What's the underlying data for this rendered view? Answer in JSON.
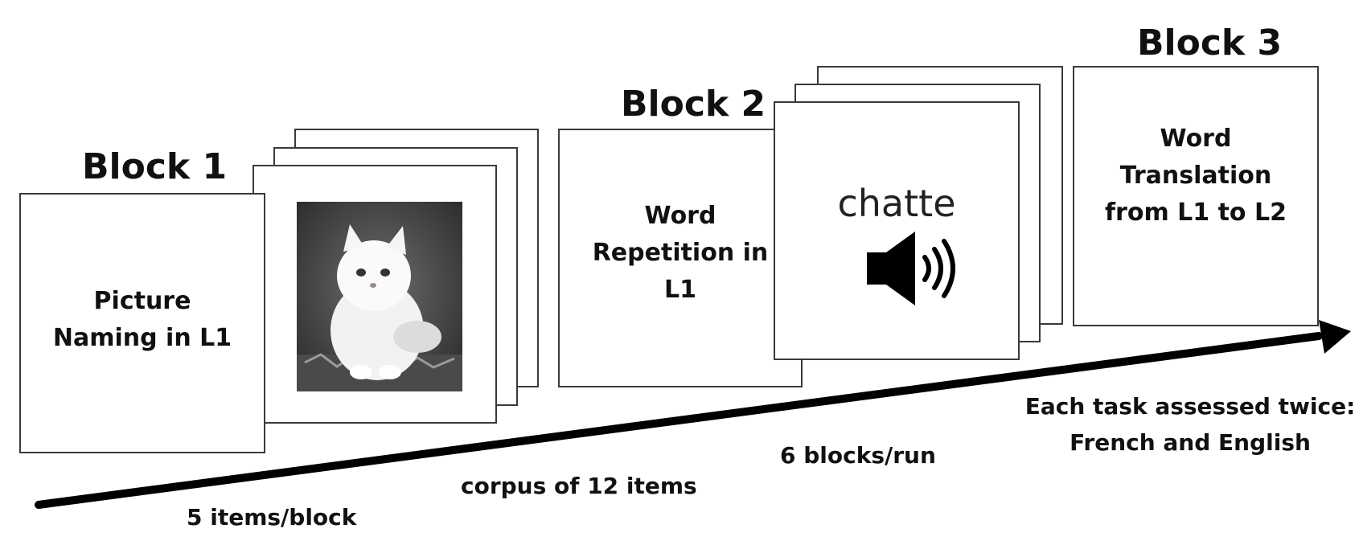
{
  "blocks": [
    {
      "title": "Block 1",
      "task": [
        "Picture",
        "Naming in L1"
      ]
    },
    {
      "title": "Block 2",
      "task": [
        "Word",
        "Repetition in",
        "L1"
      ],
      "stimulus_word": "chatte"
    },
    {
      "title": "Block 3",
      "task": [
        "Word",
        "Translation",
        "from L1 to L2"
      ]
    }
  ],
  "annotations": {
    "items_per_block": "5 items/block",
    "corpus": "corpus of 12 items",
    "blocks_per_run": "6 blocks/run",
    "assessment": [
      "Each task assessed twice:",
      "French and English"
    ]
  },
  "icons": {
    "picture_stimulus": "cat-photo-icon",
    "audio_stimulus": "speaker-icon"
  }
}
